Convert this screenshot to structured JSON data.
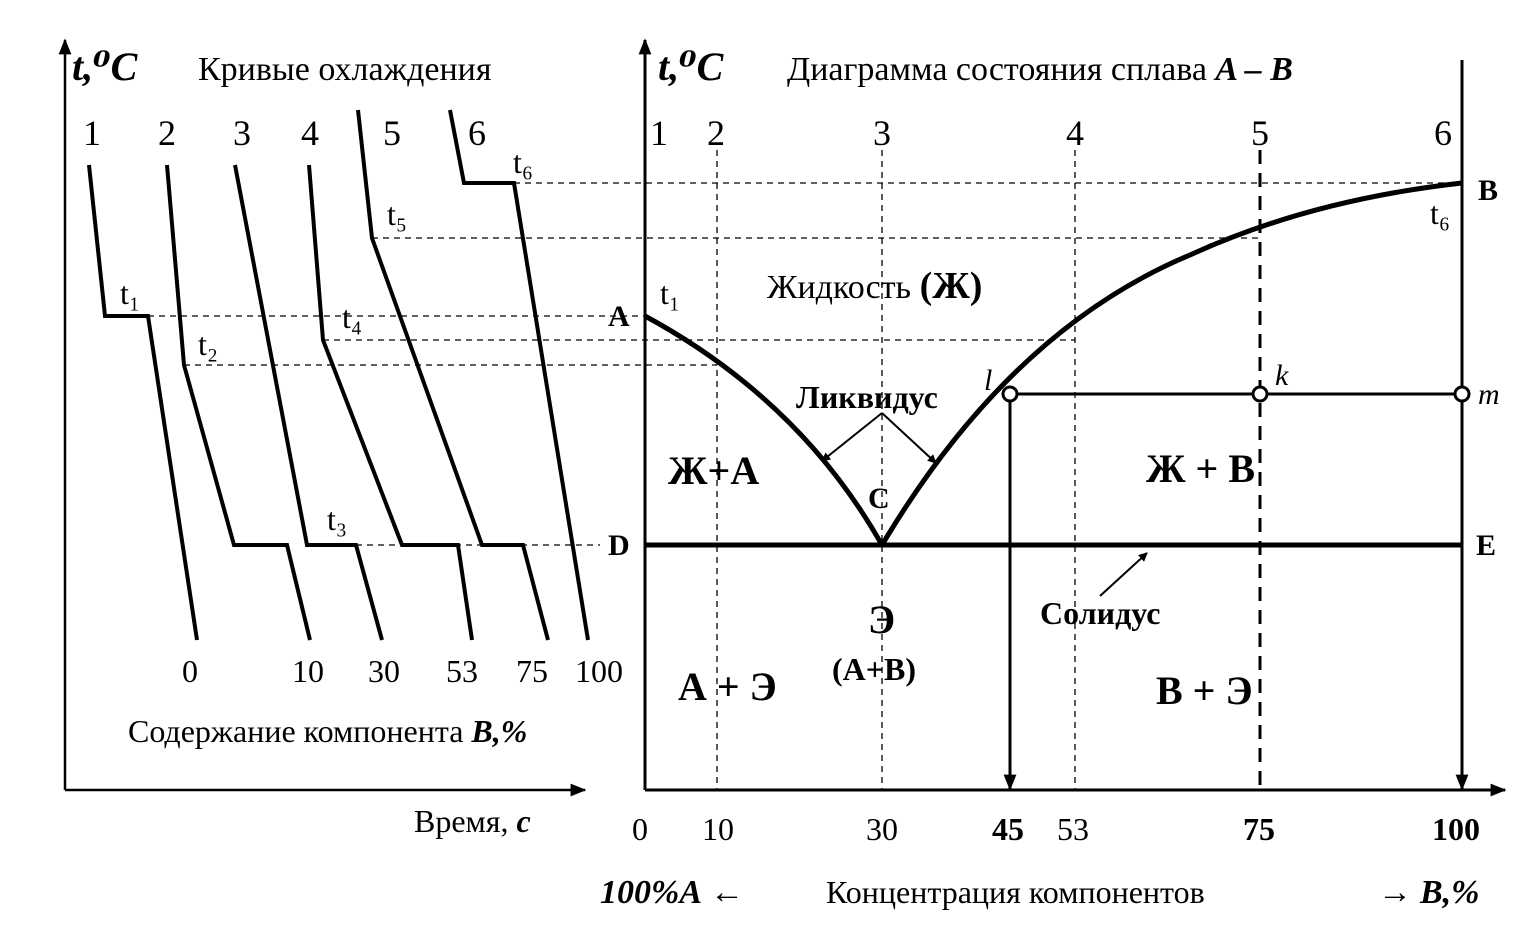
{
  "left_panel": {
    "y_axis_label": "t,⁰C",
    "title": "Кривые охлаждения",
    "curve_numbers": [
      "1",
      "2",
      "3",
      "4",
      "5",
      "6"
    ],
    "temperature_labels": [
      "t₁",
      "t₂",
      "t₃",
      "t₄",
      "t₅",
      "t₆"
    ],
    "composition_labels": [
      "0",
      "10",
      "30",
      "53",
      "75",
      "100"
    ],
    "composition_caption_prefix": "Содержание компонента ",
    "composition_caption_unit": "B,%",
    "x_axis_prefix": "Время, ",
    "x_axis_unit": "c"
  },
  "right_panel": {
    "y_axis_label": "t,⁰C",
    "title_prefix": "Диаграмма состояния сплава ",
    "title_alloy": "A – B",
    "alloy_numbers": [
      "1",
      "2",
      "3",
      "4",
      "5",
      "6"
    ],
    "x_tick_labels": [
      "0",
      "10",
      "30",
      "45",
      "53",
      "75",
      "100"
    ],
    "x_axis_left": "100%A",
    "x_axis_left_arrow": "←",
    "x_axis_label": "Концентрация  компонентов",
    "x_axis_right_arrow": "→",
    "x_axis_right": "B,%",
    "point_labels": {
      "A": "A",
      "B": "B",
      "C": "C",
      "D": "D",
      "E": "E",
      "l": "l",
      "k": "k",
      "m": "m"
    },
    "temp_labels": {
      "t1": "t₁",
      "t6": "t₆"
    },
    "regions": {
      "liquid_prefix": "Жидкость ",
      "liquid_symbol": "(Ж)",
      "liquid_plus_a": "Ж+А",
      "liquid_plus_b": "Ж + В",
      "eutectic": "Э",
      "eutectic_composition": "(А+В)",
      "a_plus_e": "А + Э",
      "b_plus_e": "В + Э"
    },
    "line_labels": {
      "liquidus": "Ликвидус",
      "solidus": "Солидус"
    }
  }
}
